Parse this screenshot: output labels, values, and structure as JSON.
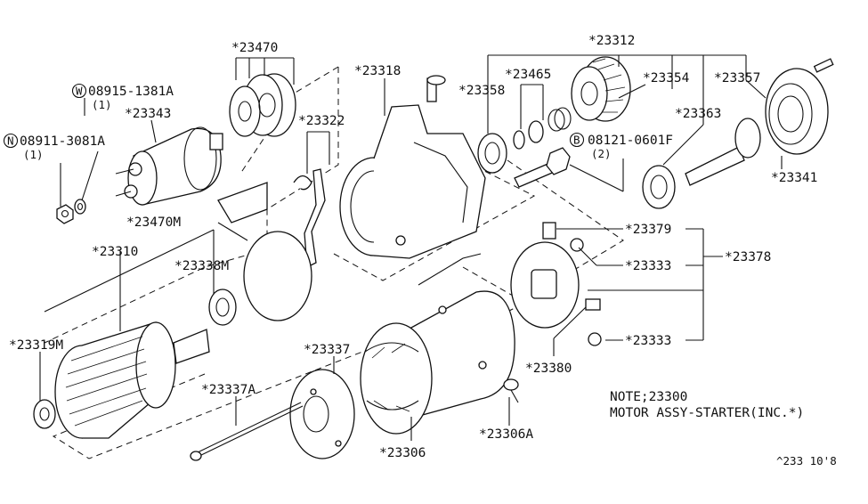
{
  "labels": {
    "p23470": "*23470",
    "p23318": "*23318",
    "p23312": "*23312",
    "p23465": "*23465",
    "p23354": "*23354",
    "p23357": "*23357",
    "p23358": "*23358",
    "p23363": "*23363",
    "p23341": "*23341",
    "p23343": "*23343",
    "p23322": "*23322",
    "w08915": "08915-1381A",
    "w08915_qty": "(1)",
    "n08911": "08911-3081A",
    "n08911_qty": "(1)",
    "b08121": "08121-0601F",
    "b08121_qty": "(2)",
    "p23470m": "*23470M",
    "p23379": "*23379",
    "p23333a": "*23333",
    "p23333b": "*23333",
    "p23378": "*23378",
    "p23310": "*23310",
    "p23338m": "*23338M",
    "p23319m": "*23319M",
    "p23337": "*23337",
    "p23337a": "*23337A",
    "p23380": "*23380",
    "p23306": "*23306",
    "p23306a": "*23306A"
  },
  "prefix": {
    "w": "W",
    "n": "N",
    "b": "B"
  },
  "note": {
    "line1": "NOTE;23300",
    "line2": "MOTOR ASSY-STARTER(INC.*)"
  },
  "footer": {
    "code": "^233 10'8"
  }
}
